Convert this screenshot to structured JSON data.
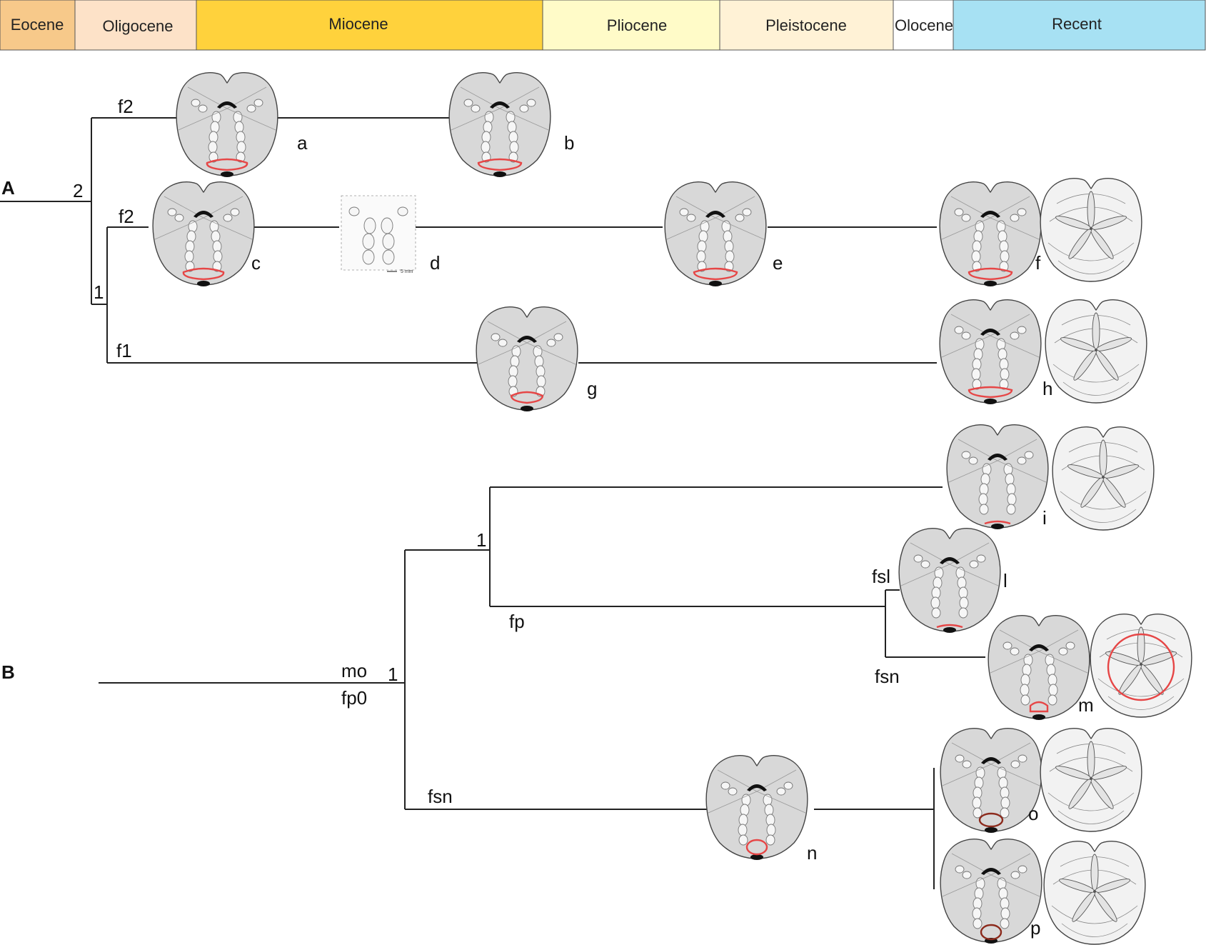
{
  "timescale": [
    {
      "label": "Eocene",
      "color": "#f7c98a"
    },
    {
      "label": "Oligocene",
      "color": "#fde2c8"
    },
    {
      "label": "Miocene",
      "color": "#ffd23c"
    },
    {
      "label": "Pliocene",
      "color": "#fffbc8"
    },
    {
      "label": "Pleistocene",
      "color": "#fff2d6"
    },
    {
      "label": "Olocene",
      "color": "#ffffff"
    },
    {
      "label": "Recent",
      "color": "#a7e1f3"
    }
  ],
  "sections": {
    "a": "A",
    "b": "B"
  },
  "node_labels": {
    "a_root_support": "2",
    "a_inner_support": "1",
    "a_top_branch": "f2",
    "a_mid_branch": "f2",
    "a_low_branch": "f1",
    "b_root_support": "1",
    "b_root_state_top": "mo",
    "b_root_state_bottom": "fp0",
    "b_upper_support": "1",
    "b_fp_branch": "fp",
    "b_fsl_branch": "fsl",
    "b_fsn_upper_branch": "fsn",
    "b_fsn_lower_branch": "fsn"
  },
  "specimens": {
    "a": "a",
    "b": "b",
    "c": "c",
    "d": "d",
    "e": "e",
    "f": "f",
    "g": "g",
    "h": "h",
    "i": "i",
    "l": "l",
    "m": "m",
    "n": "n",
    "o": "o",
    "p": "p"
  },
  "scale_bar": "5 mm",
  "colors": {
    "lunule": "#e64646",
    "lunule_dark": "#8c2a1c",
    "test": "#d8d8d8"
  }
}
